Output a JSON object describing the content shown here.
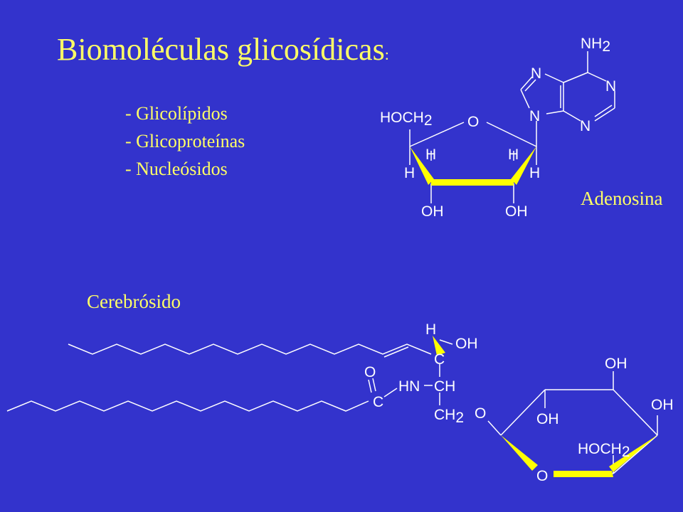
{
  "slide": {
    "title": "Biomoléculas  glicosídicas",
    "title_colon": ":",
    "list_items": [
      "- Glicolípidos",
      "- Glicoproteínas",
      "- Nucleósidos"
    ],
    "adenosine_caption": "Adenosina",
    "cerebroside_caption": "Cerebrósido"
  },
  "adenosine": {
    "nh2": "NH",
    "nh2_sub": "2",
    "ring_atoms": [
      "N",
      "N",
      "N",
      "N"
    ],
    "hoch2": "HOC",
    "h2": "H",
    "h2_sub": "2",
    "ring_o": "O",
    "h_labels": [
      "H",
      "H",
      "H",
      "H"
    ],
    "oh_labels": [
      "OH",
      "OH"
    ]
  },
  "cerebroside": {
    "h_top": "H",
    "oh_top": "OH",
    "c_upper": "C",
    "o_carbonyl": "O",
    "c_carbonyl": "C",
    "hn": "HN",
    "ch": "CH",
    "ch2": "CH",
    "ch2_sub": "2",
    "o_link": "O",
    "sugar_oh": [
      "OH",
      "OH",
      "OH"
    ],
    "hoch2": "HOCH",
    "hoch2_sub": "2",
    "ring_o": "O"
  },
  "colors": {
    "background": "#3333CC",
    "title_text": "#FFFF66",
    "bond": "#FFFFFF",
    "wedge": "#FFFF00",
    "atom_label": "#FFFFFF"
  }
}
